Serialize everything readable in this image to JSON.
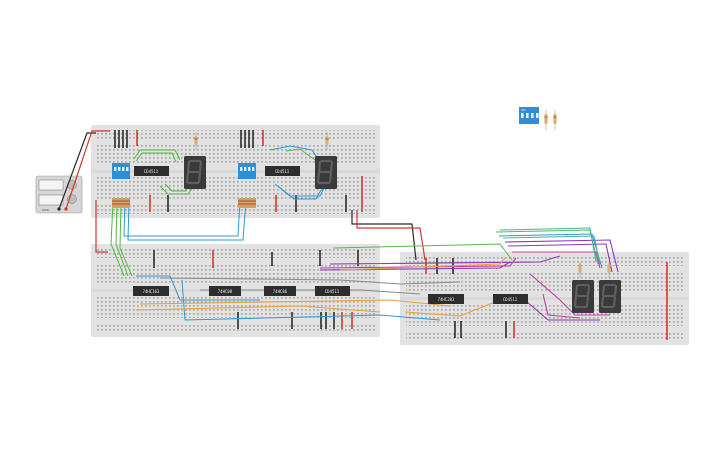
{
  "colors": {
    "board": "#e2e2e2",
    "hole": "#7a7a7a",
    "rail_red": "#d33a2c",
    "rail_dark": "#2b2b2b",
    "chip": "#2d2d2d",
    "dip_switch": "#2f8fd6",
    "display": "#3a3a3a",
    "segment": "#5a5a5a"
  },
  "chips": [
    {
      "name": "chip-74ls161-top-left",
      "label": "CD4511"
    },
    {
      "name": "chip-74ls161-top-right",
      "label": "CD4511"
    },
    {
      "name": "chip-74hc163-mid-1",
      "label": "74HC163"
    },
    {
      "name": "chip-74hc08-mid-2",
      "label": "74HC08"
    },
    {
      "name": "chip-74hc86-mid-3",
      "label": "74HC86"
    },
    {
      "name": "chip-cd4511-mid-4",
      "label": "CD4511"
    },
    {
      "name": "chip-74hc283-right-1",
      "label": "74HC283"
    },
    {
      "name": "chip-cd4511-right-2",
      "label": "CD4511"
    }
  ],
  "power_supply": {
    "label": "PWR"
  },
  "dip_switch": {
    "label": "ON"
  }
}
